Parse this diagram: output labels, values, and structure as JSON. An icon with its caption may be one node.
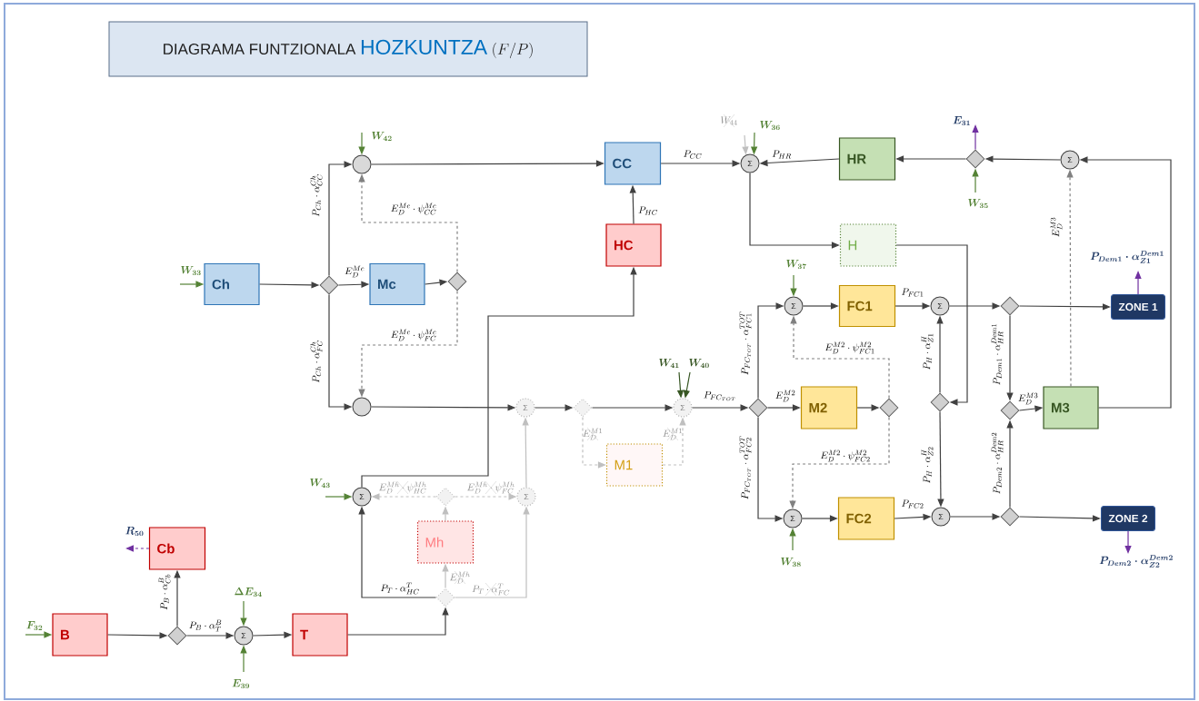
{
  "diagram": {
    "nodes": [
      {
        "text": [
          "DIAGRAMA FUNTZIONALA",
          "HOZKUNTZA",
          "(F/P)"
        ]
      },
      {
        "text": [
          "Ch"
        ]
      },
      {
        "text": [],
        "shape": "diamond"
      },
      {
        "text": [],
        "shape": "circle"
      },
      {
        "text": [
          "Mc"
        ]
      },
      {
        "text": [],
        "shape": "diamond"
      },
      {
        "text": [],
        "shape": "circle"
      },
      {
        "text": [
          "CC"
        ]
      },
      {
        "text": [
          "HC"
        ]
      },
      {
        "text": [
          "Σ"
        ]
      },
      {
        "text": [
          "HR"
        ]
      },
      {
        "text": [],
        "shape": "diamond"
      },
      {
        "text": [
          "Σ"
        ]
      },
      {
        "text": [
          "H"
        ]
      },
      {
        "text": [
          "Σ"
        ]
      },
      {
        "text": [
          "FC1"
        ]
      },
      {
        "text": [
          "Σ"
        ]
      },
      {
        "text": [],
        "shape": "diamond"
      },
      {
        "text": [
          "ZONE 1"
        ]
      },
      {
        "text": [
          "Σ"
        ]
      },
      {
        "text": [],
        "shape": "diamond"
      },
      {
        "text": [
          "Σ"
        ]
      },
      {
        "text": [],
        "shape": "diamond"
      },
      {
        "text": [
          "M2"
        ]
      },
      {
        "text": [],
        "shape": "diamond"
      },
      {
        "text": [],
        "shape": "diamond"
      },
      {
        "text": [],
        "shape": "diamond"
      },
      {
        "text": [
          "M3"
        ]
      },
      {
        "text": [
          "M1"
        ]
      },
      {
        "text": [
          "Σ"
        ]
      },
      {
        "text": [],
        "shape": "diamond"
      },
      {
        "text": [
          "Σ"
        ]
      },
      {
        "text": [
          "Mh"
        ]
      },
      {
        "text": [],
        "shape": "diamond"
      },
      {
        "text": [
          "Σ"
        ]
      },
      {
        "text": [
          "FC2"
        ]
      },
      {
        "text": [
          "Σ"
        ]
      },
      {
        "text": [],
        "shape": "diamond"
      },
      {
        "text": [
          "ZONE 2"
        ]
      },
      {
        "text": [
          "Cb"
        ]
      },
      {
        "text": [
          "B"
        ]
      },
      {
        "text": [],
        "shape": "diamond"
      },
      {
        "text": [
          "Σ"
        ]
      },
      {
        "text": [
          "T"
        ]
      }
    ],
    "edges": [
      {
        "from": null,
        "to": 1,
        "arrow": "to",
        "label": "W_{33}",
        "color": "#548235"
      },
      {
        "from": 1,
        "to": 2,
        "arrow": "to"
      },
      {
        "from": 2,
        "to": 3,
        "arrow": "to",
        "label": "P_{Ch}\\cdot\\alpha^{Ch}_{CC}"
      },
      {
        "from": 2,
        "to": 4,
        "arrow": "to",
        "label": "E^{Mc}_{D}"
      },
      {
        "from": 2,
        "to": 6,
        "arrow": "to",
        "label": "P_{Ch}\\cdot\\alpha^{Ch}_{FC}"
      },
      {
        "from": 4,
        "to": 5,
        "arrow": "to"
      },
      {
        "from": 5,
        "to": 3,
        "arrow": "to",
        "label": "E^{Mc}_{D}\\cdot\\psi^{Mc}_{CC}",
        "style": "dashed",
        "color": "#808080"
      },
      {
        "from": 5,
        "to": 6,
        "arrow": "to",
        "label": "E^{Mc}_{D}\\cdot\\psi^{Mc}_{FC}",
        "style": "dashed",
        "color": "#808080"
      },
      {
        "from": null,
        "to": 3,
        "arrow": "to",
        "label": "W_{42}",
        "color": "#548235"
      },
      {
        "from": 3,
        "to": 7,
        "arrow": "to"
      },
      {
        "from": 8,
        "to": 7,
        "arrow": "to",
        "label": "P_{HC}"
      },
      {
        "from": 7,
        "to": 9,
        "arrow": "to",
        "label": "P_{CC}"
      },
      {
        "from": null,
        "to": 9,
        "arrow": "to",
        "label": "W_{44}",
        "color": "#bfbfbf"
      },
      {
        "from": null,
        "to": 9,
        "arrow": "to",
        "label": "W_{36}",
        "color": "#548235"
      },
      {
        "from": 10,
        "to": 9,
        "arrow": "to",
        "label": "P_{HR}"
      },
      {
        "from": 11,
        "to": 10,
        "arrow": "to"
      },
      {
        "from": 12,
        "to": 11,
        "arrow": "to"
      },
      {
        "from": null,
        "to": 11,
        "arrow": "to",
        "label": "W_{35}",
        "color": "#548235"
      },
      {
        "from": 11,
        "to": null,
        "arrow": "to",
        "label": "E_{31}",
        "color": "#7030a0"
      },
      {
        "from": 27,
        "to": 12,
        "arrow": "to"
      },
      {
        "from": 27,
        "to": 12,
        "arrow": "to",
        "label": "E^{M3}_{D}",
        "style": "dashed",
        "color": "#808080"
      },
      {
        "from": 9,
        "to": 13,
        "arrow": "to"
      },
      {
        "from": 13,
        "to": 25,
        "arrow": "to"
      },
      {
        "from": 25,
        "to": 16,
        "arrow": "to",
        "label": "P_{H}\\cdot\\alpha^{H}_{Z1}"
      },
      {
        "from": 25,
        "to": 36,
        "arrow": "to",
        "label": "P_{H}\\cdot\\alpha^{H}_{Z2}"
      },
      {
        "from": null,
        "to": 14,
        "arrow": "to",
        "label": "W_{37}",
        "color": "#548235"
      },
      {
        "from": 22,
        "to": 14,
        "arrow": "to",
        "label": "P_{FC_{TOT}}\\cdot\\alpha^{TOT}_{FC1}"
      },
      {
        "from": 14,
        "to": 15,
        "arrow": "to"
      },
      {
        "from": 15,
        "to": 16,
        "arrow": "to",
        "label": "P_{FC1}"
      },
      {
        "from": 16,
        "to": 17,
        "arrow": "to"
      },
      {
        "from": 17,
        "to": 18,
        "arrow": "to"
      },
      {
        "from": 18,
        "to": null,
        "arrow": "to",
        "label": "P_{Dem1}\\cdot\\alpha^{Dem1}_{Z1}",
        "color": "#7030a0"
      },
      {
        "from": 17,
        "to": 26,
        "arrow": "to",
        "label": "P_{Dem1}\\cdot\\alpha^{Dem1}_{HR}"
      },
      {
        "from": 37,
        "to": 26,
        "arrow": "to",
        "label": "P_{Dem2}\\cdot\\alpha^{Dem2}_{HR}"
      },
      {
        "from": 26,
        "to": 27,
        "arrow": "to",
        "label": "E^{M3}_{D}"
      },
      {
        "from": 6,
        "to": 19,
        "arrow": "to"
      },
      {
        "from": 19,
        "to": 20,
        "arrow": "to"
      },
      {
        "from": 20,
        "to": 21,
        "arrow": "to"
      },
      {
        "from": null,
        "to": 21,
        "arrow": "to",
        "label": "W_{41}",
        "color": "#375623"
      },
      {
        "from": null,
        "to": 21,
        "arrow": "to",
        "label": "W_{40}",
        "color": "#375623"
      },
      {
        "from": 21,
        "to": 22,
        "arrow": "to",
        "label": "P_{FC_{TOT}}"
      },
      {
        "from": 22,
        "to": 23,
        "arrow": "to",
        "label": "E^{M2}_{D}"
      },
      {
        "from": 23,
        "to": 24,
        "arrow": "to"
      },
      {
        "from": 24,
        "to": 14,
        "arrow": "to",
        "label": "E^{M2}_{D}\\cdot\\psi^{M2}_{FC1}",
        "style": "dashed",
        "color": "#808080"
      },
      {
        "from": 24,
        "to": 34,
        "arrow": "to",
        "label": "E^{M2}_{D}\\cdot\\psi^{M2}_{FC2}",
        "style": "dashed",
        "color": "#808080"
      },
      {
        "from": 22,
        "to": 34,
        "arrow": "to",
        "label": "P_{FC_{TOT}}\\cdot\\alpha^{TOT}_{FC2}"
      },
      {
        "from": null,
        "to": 34,
        "arrow": "to",
        "label": "W_{38}",
        "color": "#548235"
      },
      {
        "from": 34,
        "to": 35,
        "arrow": "to"
      },
      {
        "from": 35,
        "to": 36,
        "arrow": "to",
        "label": "P_{FC2}"
      },
      {
        "from": 36,
        "to": 37,
        "arrow": "to"
      },
      {
        "from": 37,
        "to": 38,
        "arrow": "to"
      },
      {
        "from": 38,
        "to": null,
        "arrow": "to",
        "label": "P_{Dem2}\\cdot\\alpha^{Dem2}_{Z2}",
        "color": "#7030a0"
      },
      {
        "from": 20,
        "to": 28,
        "arrow": "to",
        "label": "E^{M1}_{D}",
        "style": "dashed",
        "color": "#bfbfbf"
      },
      {
        "from": 28,
        "to": 21,
        "arrow": "to",
        "label": "E^{M1}_{D}",
        "style": "dashed",
        "color": "#bfbfbf"
      },
      {
        "from": 29,
        "to": 8,
        "arrow": "to"
      },
      {
        "from": null,
        "to": 29,
        "arrow": "to",
        "label": "W_{43}",
        "color": "#548235"
      },
      {
        "from": 33,
        "to": 29,
        "arrow": "to",
        "label": "P_{T}\\cdot\\alpha^{T}_{HC}"
      },
      {
        "from": 43,
        "to": 33,
        "arrow": "to"
      },
      {
        "from": 33,
        "to": 32,
        "arrow": "to",
        "label": "E^{Mh}_{D}",
        "color": "#bfbfbf"
      },
      {
        "from": 33,
        "to": 31,
        "arrow": "to",
        "label": "P_{T}\\cdot\\alpha^{T}_{FC}",
        "color": "#bfbfbf"
      },
      {
        "from": 32,
        "to": 30,
        "arrow": "to",
        "color": "#bfbfbf"
      },
      {
        "from": 30,
        "to": 29,
        "arrow": "to",
        "label": "E^{Mh}_{D}\\cdot\\psi^{Mh}_{HC}",
        "style": "dashed",
        "color": "#bfbfbf"
      },
      {
        "from": 30,
        "to": 31,
        "arrow": "to",
        "label": "E^{Mh}_{D}\\cdot\\psi^{Mh}_{FC}",
        "style": "dashed",
        "color": "#bfbfbf"
      },
      {
        "from": 31,
        "to": 19,
        "arrow": "to",
        "color": "#bfbfbf"
      },
      {
        "from": 40,
        "to": 41,
        "arrow": "to"
      },
      {
        "from": null,
        "to": 40,
        "arrow": "to",
        "label": "F_{32}",
        "color": "#548235"
      },
      {
        "from": 41,
        "to": 39,
        "arrow": "to",
        "label": "P_{B}\\cdot\\alpha^{B}_{Cb}"
      },
      {
        "from": 41,
        "to": 42,
        "arrow": "to",
        "label": "P_{B}\\cdot\\alpha^{B}_{T}"
      },
      {
        "from": null,
        "to": 42,
        "arrow": "to",
        "label": "\\Delta E_{34}",
        "color": "#548235"
      },
      {
        "from": null,
        "to": 42,
        "arrow": "to",
        "label": "E_{39}",
        "color": "#548235"
      },
      {
        "from": 42,
        "to": 43,
        "arrow": "to"
      },
      {
        "from": 39,
        "to": null,
        "arrow": "to",
        "label": "R_{50}",
        "style": "dashed",
        "color": "#7030a0"
      }
    ]
  }
}
